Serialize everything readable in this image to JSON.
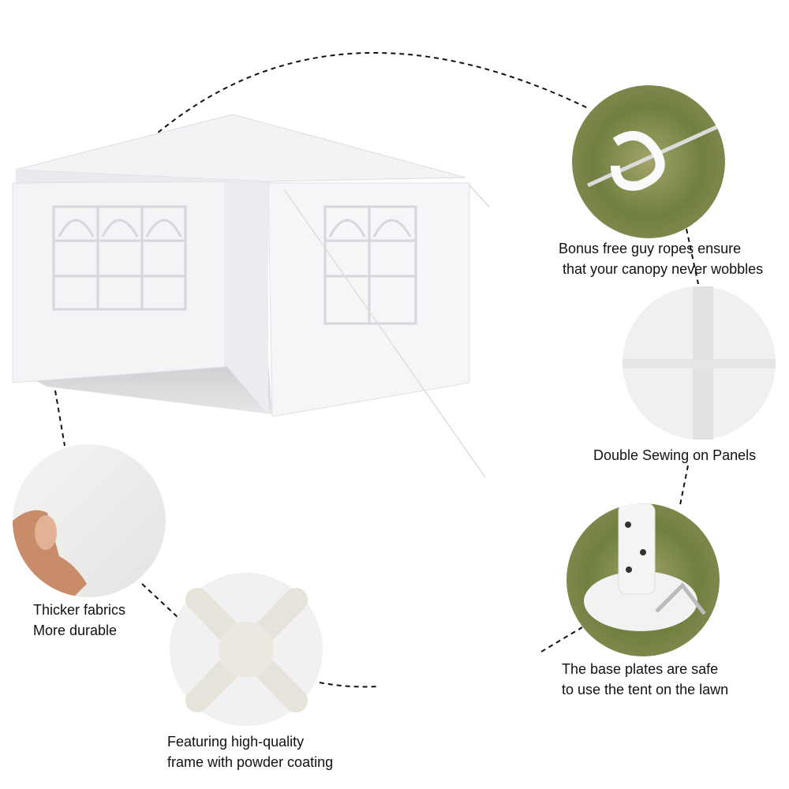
{
  "features": {
    "guy_ropes": {
      "line1": "Bonus free guy ropes ensure",
      "line2": " that your canopy never wobbles"
    },
    "sewing": {
      "line1": "Double Sewing on Panels"
    },
    "base_plates": {
      "line1": "The base plates are safe",
      "line2": "to use the tent on the lawn"
    },
    "fabric": {
      "line1": "Thicker fabrics",
      "line2": "More durable"
    },
    "frame": {
      "line1": "Featuring high-quality",
      "line2": "frame with powder coating"
    }
  },
  "colors": {
    "grass": "#7f8a4a",
    "tent": "#f6f6f8",
    "text": "#111111"
  }
}
